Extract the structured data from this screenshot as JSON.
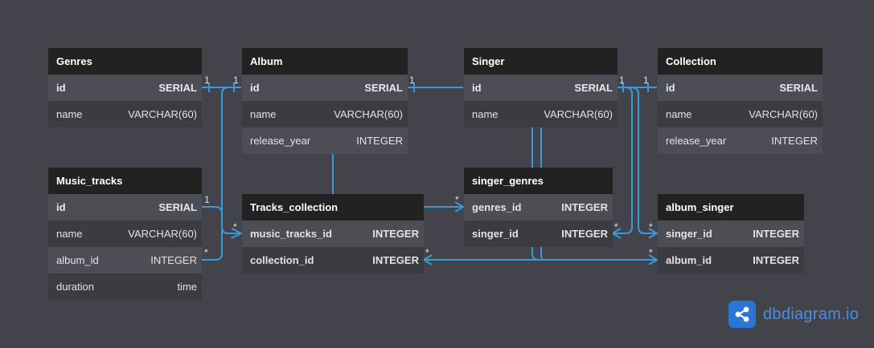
{
  "tables": [
    {
      "key": "genres",
      "title": "Genres",
      "fields": [
        {
          "name": "id",
          "type": "SERIAL",
          "pk": true
        },
        {
          "name": "name",
          "type": "VARCHAR(60)"
        }
      ]
    },
    {
      "key": "album",
      "title": "Album",
      "fields": [
        {
          "name": "id",
          "type": "SERIAL",
          "pk": true
        },
        {
          "name": "name",
          "type": "VARCHAR(60)"
        },
        {
          "name": "release_year",
          "type": "INTEGER"
        }
      ]
    },
    {
      "key": "singer",
      "title": "Singer",
      "fields": [
        {
          "name": "id",
          "type": "SERIAL",
          "pk": true
        },
        {
          "name": "name",
          "type": "VARCHAR(60)"
        }
      ]
    },
    {
      "key": "collection",
      "title": "Collection",
      "fields": [
        {
          "name": "id",
          "type": "SERIAL",
          "pk": true
        },
        {
          "name": "name",
          "type": "VARCHAR(60)"
        },
        {
          "name": "release_year",
          "type": "INTEGER"
        }
      ]
    },
    {
      "key": "music_tracks",
      "title": "Music_tracks",
      "fields": [
        {
          "name": "id",
          "type": "SERIAL",
          "pk": true
        },
        {
          "name": "name",
          "type": "VARCHAR(60)"
        },
        {
          "name": "album_id",
          "type": "INTEGER"
        },
        {
          "name": "duration",
          "type": "time"
        }
      ]
    },
    {
      "key": "tracks_collection",
      "title": "Tracks_collection",
      "fields": [
        {
          "name": "music_tracks_id",
          "type": "INTEGER",
          "bold": true
        },
        {
          "name": "collection_id",
          "type": "INTEGER",
          "bold": true
        }
      ]
    },
    {
      "key": "singer_genres",
      "title": "singer_genres",
      "fields": [
        {
          "name": "genres_id",
          "type": "INTEGER",
          "bold": true
        },
        {
          "name": "singer_id",
          "type": "INTEGER",
          "bold": true
        }
      ]
    },
    {
      "key": "album_singer",
      "title": "album_singer",
      "fields": [
        {
          "name": "singer_id",
          "type": "INTEGER",
          "bold": true
        },
        {
          "name": "album_id",
          "type": "INTEGER",
          "bold": true
        }
      ]
    }
  ],
  "relations": [
    {
      "from": "genres.id",
      "to": "album.id",
      "card_from": "1",
      "card_to": "1"
    },
    {
      "from": "album.id",
      "to": "singer.id",
      "card_from": "1",
      "card_to": ""
    },
    {
      "from": "singer.id",
      "to": "collection.id",
      "card_from": "1",
      "card_to": "1"
    },
    {
      "from": "music_tracks.id",
      "to": "tracks_collection.music_tracks_id",
      "card_from": "1",
      "card_to": "*"
    },
    {
      "from": "music_tracks.album_id",
      "to": "album.id",
      "card_from": "*",
      "card_to": ""
    },
    {
      "from": "tracks_collection.music_tracks_id",
      "to": "singer_genres.genres_id",
      "card_from": "",
      "card_to": "*"
    },
    {
      "from": "singer.id",
      "to": "singer_genres.singer_id",
      "card_from": "",
      "card_to": "*"
    },
    {
      "from": "collection.id",
      "to": "album_singer.singer_id",
      "card_from": "",
      "card_to": "*"
    },
    {
      "from": "tracks_collection.collection_id",
      "to": "album_singer.album_id",
      "card_from": "*",
      "card_to": "*"
    }
  ],
  "branding": {
    "text": "dbdiagram.io",
    "icon": "share-nodes-icon"
  },
  "colors": {
    "background": "#43434c",
    "header": "#222222",
    "link": "#3a9ad9",
    "brand": "#2a76d6"
  }
}
